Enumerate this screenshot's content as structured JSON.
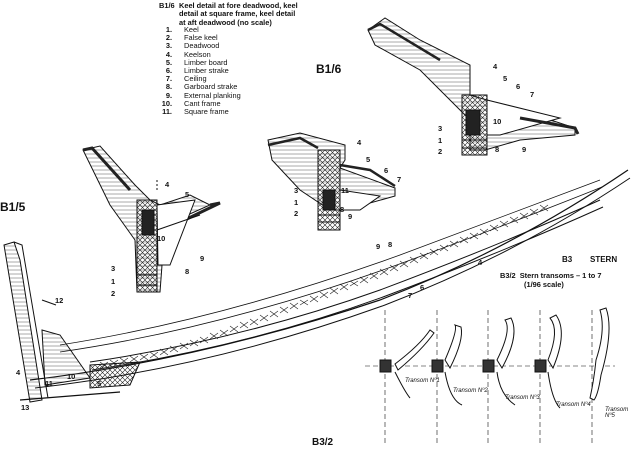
{
  "caption": {
    "code": "B1/6",
    "title_lines": [
      "Keel detail at fore deadwood, keel",
      "detail at square frame, keel detail",
      "at aft deadwood (no scale)"
    ]
  },
  "legend": [
    {
      "num": "1.",
      "text": "Keel"
    },
    {
      "num": "2.",
      "text": "False keel"
    },
    {
      "num": "3.",
      "text": "Deadwood"
    },
    {
      "num": "4.",
      "text": "Keelson"
    },
    {
      "num": "5.",
      "text": "Limber board"
    },
    {
      "num": "6.",
      "text": "Limber strake"
    },
    {
      "num": "7.",
      "text": "Ceiling"
    },
    {
      "num": "8.",
      "text": "Garboard strake"
    },
    {
      "num": "9.",
      "text": "External planking"
    },
    {
      "num": "10.",
      "text": "Cant frame"
    },
    {
      "num": "11.",
      "text": "Square frame"
    }
  ],
  "section_labels": {
    "b16": "B1/6",
    "b15": "B1/5",
    "b3": "B3",
    "stern": "STERN",
    "b32_bottom": "B3/2"
  },
  "stern_caption": {
    "code": "B3/2",
    "title_lines": [
      "Stern transoms – 1 to 7",
      "(1/96 scale)"
    ]
  },
  "transom_labels": [
    "Transom Nº1",
    "Transom Nº2",
    "Transom Nº3",
    "Transom Nº4",
    "Transom Nº5"
  ],
  "section_a": {
    "n1": "1",
    "n2": "2",
    "n3": "3",
    "n4": "4",
    "n5": "5",
    "n8": "8",
    "n9": "9",
    "n10": "10"
  },
  "section_b": {
    "n1": "1",
    "n2": "2",
    "n3": "3",
    "n4": "4",
    "n5": "5",
    "n6": "6",
    "n7": "7",
    "n8": "8",
    "n9": "9",
    "n11": "11"
  },
  "section_c": {
    "n1": "1",
    "n2": "2",
    "n3": "3",
    "n4": "4",
    "n5": "5",
    "n6": "6",
    "n7": "7",
    "n8": "8",
    "n9": "9",
    "n10": "10"
  },
  "hull": {
    "n4": "4",
    "n5": "5",
    "n6": "6",
    "n7": "7",
    "n8": "8",
    "n9": "9",
    "n10": "10",
    "n11": "11",
    "n12": "12",
    "n13": "13"
  }
}
